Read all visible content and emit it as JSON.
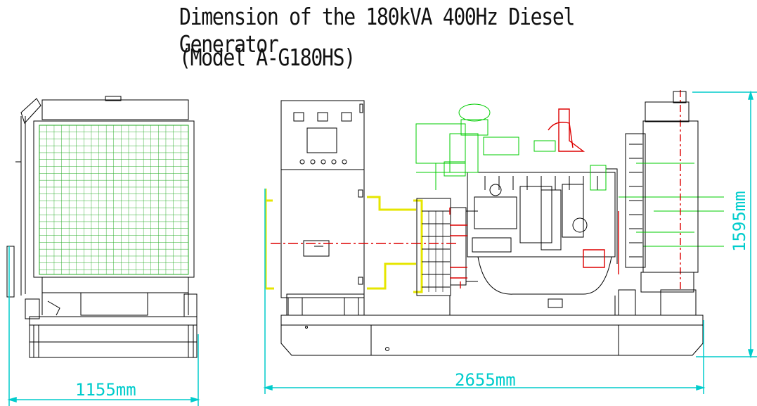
{
  "title_line1": "Dimension of the 180kVA 400Hz Diesel Generator",
  "title_line2": "(Model A-G180HS)",
  "dimensions": {
    "width_label": "1155mm",
    "length_label": "2655mm",
    "height_label": "1595mm"
  },
  "colors": {
    "dimension": "#00cccc",
    "radiator": "#22aa22",
    "engine_outline": "#00cc00",
    "fuel_lines": "#dd0000",
    "alternator": "#e6e600",
    "drawing": "#000000"
  }
}
